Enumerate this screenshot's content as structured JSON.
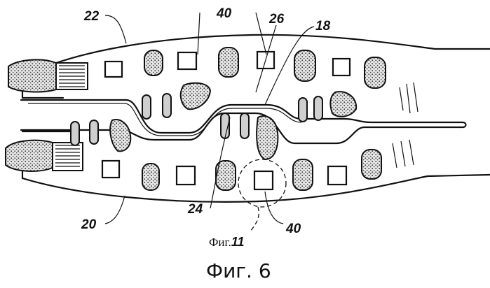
{
  "labels": {
    "ref_22": "22",
    "ref_40_top": "40",
    "ref_26": "26",
    "ref_18": "18",
    "ref_20": "20",
    "ref_24": "24",
    "ref_40_bottom": "40"
  },
  "detail_callout": {
    "prefix": "Фиг.",
    "number": "11"
  },
  "caption": "Фиг. 6"
}
